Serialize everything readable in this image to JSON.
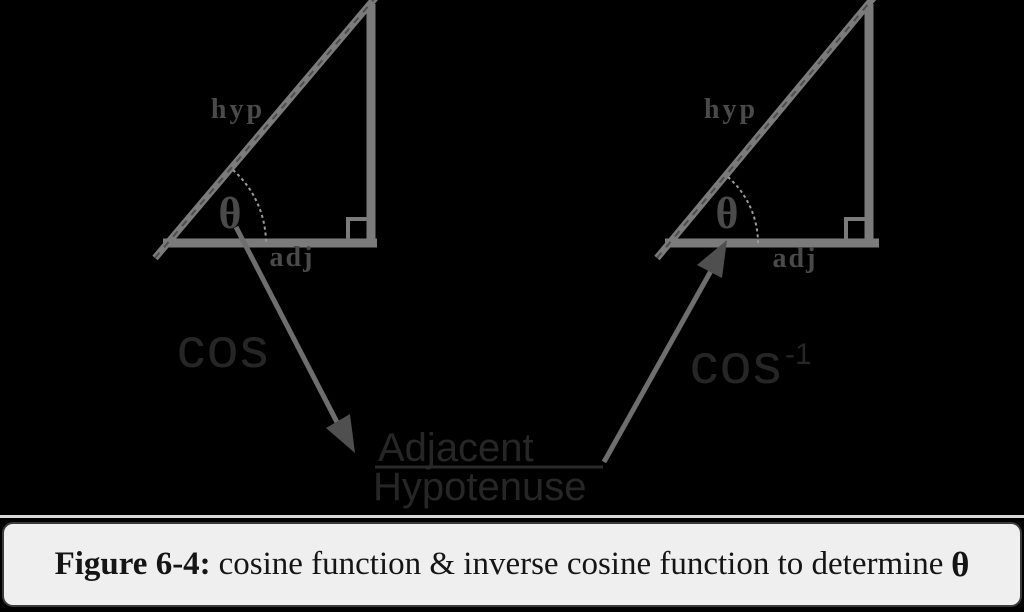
{
  "diagram": {
    "left_triangle": {
      "hyp_label": "hyp",
      "adj_label": "adj",
      "angle_label": "θ"
    },
    "right_triangle": {
      "hyp_label": "hyp",
      "adj_label": "adj",
      "angle_label": "θ"
    },
    "cos_arrow_label": "cos",
    "inverse_arrow_label_base": "cos",
    "inverse_arrow_label_sup": "-1",
    "fraction": {
      "numerator": "Adjacent",
      "denominator": "Hypotenuse"
    },
    "colors": {
      "background": "#000000",
      "triangle_line": "#7b7b7b",
      "triangle_label": "#4a4a4a",
      "formula_text": "#262626",
      "arrow": "#6e6e6e",
      "caption_background": "#efefef",
      "caption_border": "#3a3a3a",
      "caption_text": "#151515"
    }
  },
  "caption": {
    "prefix": "Figure 6-4:",
    "body": "cosine function & inverse cosine function to determine",
    "theta": "θ"
  }
}
